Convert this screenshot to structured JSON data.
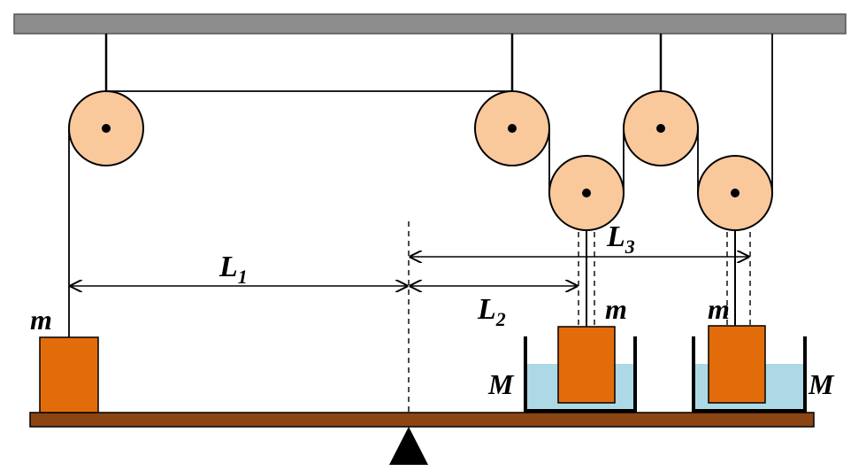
{
  "labels": {
    "l1": "L",
    "l1_sub": "1",
    "l2": "L",
    "l2_sub": "2",
    "l3": "L",
    "l3_sub": "3",
    "mass_left": "m",
    "mass_mid": "m",
    "mass_right": "m",
    "container_left": "M",
    "container_right": "M"
  },
  "colors": {
    "ceiling": "#8c8c8c",
    "pulley_fill": "#f9c89b",
    "block_fill": "#e36c0a",
    "beam_fill": "#8b4513",
    "water_fill": "#add8e6",
    "line": "#000000"
  }
}
